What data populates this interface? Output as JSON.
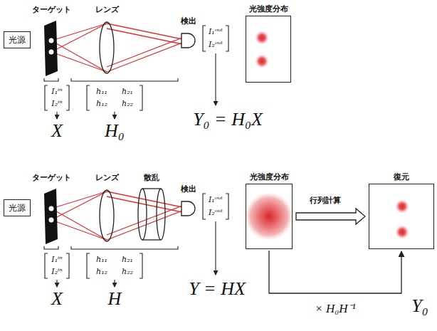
{
  "diagram": {
    "nodes": [
      {
        "text": [
          "光源"
        ]
      },
      {
        "text": [
          "光強度分布"
        ]
      },
      {
        "text": [
          "光源"
        ]
      },
      {
        "text": [
          "光強度分布"
        ]
      },
      {
        "text": [
          "復元"
        ]
      }
    ],
    "edges": [
      {
        "from": 3,
        "to": 4,
        "label": "行列計算",
        "arrow": "to"
      },
      {
        "from": 3,
        "to": 4,
        "label": "× H₀H⁻¹",
        "arrow": "to"
      }
    ],
    "labels": [
      "ターゲット",
      "レンズ",
      "検出",
      "I₁ᵒᵘᵗ",
      "I₂ᵒᵘᵗ",
      "I₁ⁱⁿ",
      "I₂ⁱⁿ",
      "h₁₁",
      "h₂₁",
      "h₁₂",
      "h₂₂",
      "X",
      "H₀",
      "Y₀ = H₀X",
      "ターゲット",
      "レンズ",
      "散乱",
      "検出",
      "I₁ᵒᵘᵗ",
      "I₂ᵒᵘᵗ",
      "I₁ⁱⁿ",
      "I₂ⁱⁿ",
      "h₁₁",
      "h₂₁",
      "h₁₂",
      "h₂₂",
      "X",
      "H",
      "Y = HX",
      "Y₀"
    ]
  }
}
